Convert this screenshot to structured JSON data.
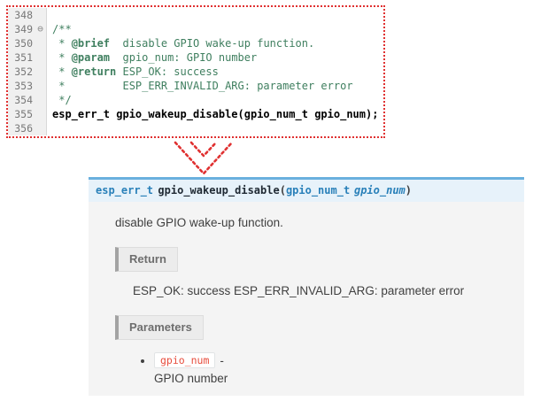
{
  "editor": {
    "lines": [
      {
        "num": "348",
        "text": ""
      },
      {
        "num": "349",
        "fold": "⊖",
        "text": "/**"
      },
      {
        "num": "350",
        "pre": " * ",
        "tag": "@brief",
        "rest": "  disable GPIO wake-up function."
      },
      {
        "num": "351",
        "pre": " * ",
        "tag": "@param",
        "rest": "  gpio_num: GPIO number"
      },
      {
        "num": "352",
        "pre": " * ",
        "tag": "@return",
        "rest": " ESP_OK: success"
      },
      {
        "num": "353",
        "text": " *         ESP_ERR_INVALID_ARG: parameter error"
      },
      {
        "num": "354",
        "text": " */"
      },
      {
        "num": "355",
        "decl": "esp_err_t gpio_wakeup_disable(gpio_num_t gpio_num);"
      },
      {
        "num": "356",
        "text": ""
      }
    ]
  },
  "doc": {
    "signature": {
      "return_type": "esp_err_t",
      "name": "gpio_wakeup_disable",
      "params_open": "(",
      "param_type": "gpio_num_t",
      "param_name": "gpio_num",
      "params_close": ")"
    },
    "brief": "disable GPIO wake-up function.",
    "return_label": "Return",
    "return_text": "ESP_OK: success ESP_ERR_INVALID_ARG: parameter error",
    "parameters_label": "Parameters",
    "params": [
      {
        "name": "gpio_num",
        "dash": "-",
        "desc": "GPIO number"
      }
    ]
  },
  "colors": {
    "highlight_red": "#e03131",
    "comment_green": "#3f7f5f",
    "signature_bg": "#e7f2fa",
    "signature_border": "#6ab0de",
    "type_blue": "#2980b9",
    "inline_code_red": "#e74c3c",
    "panel_bg": "#f4f4f4"
  }
}
